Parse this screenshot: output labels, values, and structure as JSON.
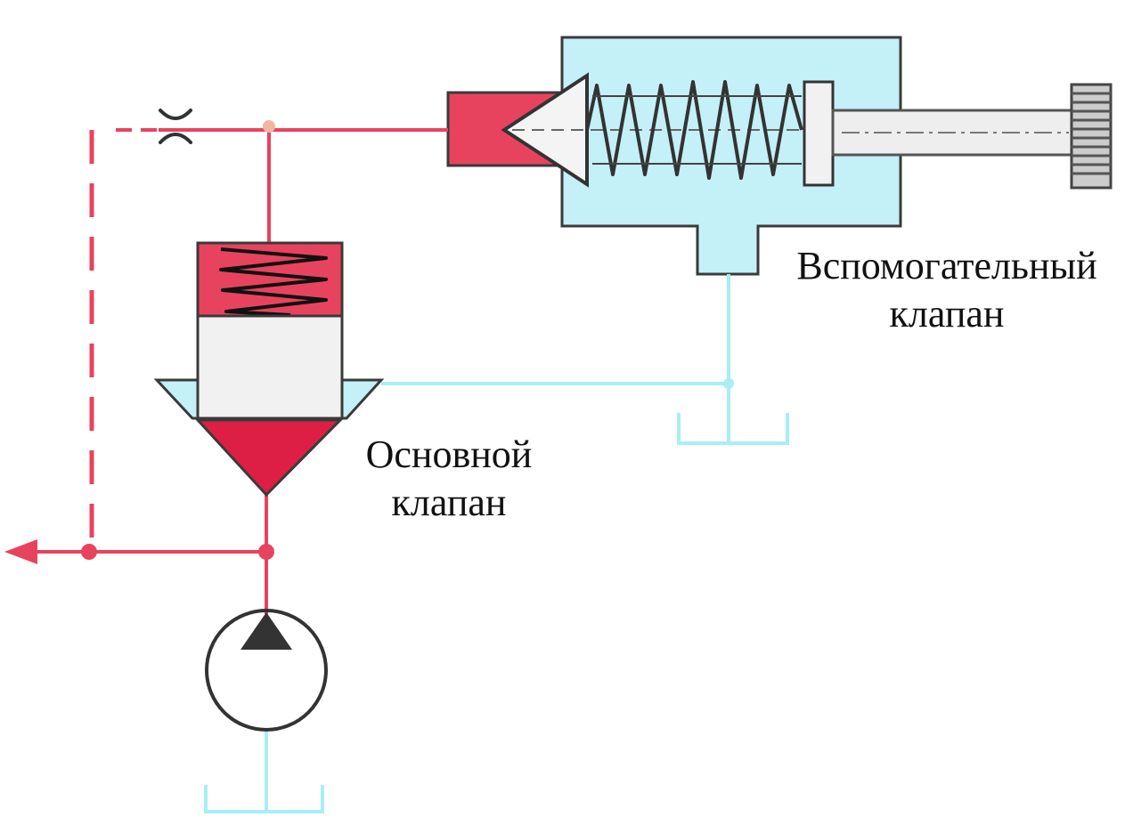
{
  "labels": {
    "pilot_valve_line1": "Вспомогательный",
    "pilot_valve_line2": "клапан",
    "main_valve_line1": "Основной",
    "main_valve_line2": "клапан"
  },
  "colors": {
    "pressure_line": "#e8435e",
    "pressure_fill": "#e8435e",
    "poppet_fill": "#dd1f45",
    "tank_line": "#a8eef6",
    "valve_body_fill": "#c4f0f8",
    "outline": "#3a3a3a",
    "spool_fill": "#f1f1f1",
    "pump_arrow": "#333333"
  },
  "icons": [
    "orifice-icon",
    "spring-icon",
    "pump-icon",
    "tank-icon",
    "flow-arrow-icon",
    "adjusting-knob-icon"
  ]
}
